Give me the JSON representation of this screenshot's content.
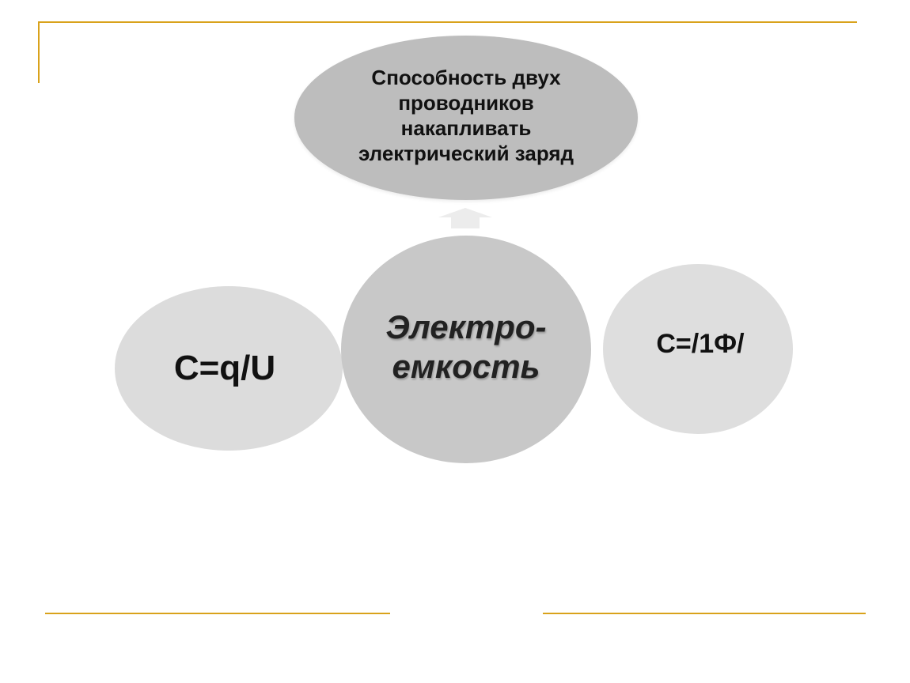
{
  "diagram": {
    "definition": "Способность двух проводников накапливать электрический заряд",
    "center": "Электро-емкость",
    "formula": "C=q/U",
    "unit": "C=/1Ф/"
  },
  "colors": {
    "accent_rule": "#d9a21b",
    "definition_fill": "#bdbdbd",
    "center_fill": "#c8c8c8",
    "side_fill": "#dcdcdc",
    "arrow_fill": "#ececec"
  },
  "icons": {
    "connector": "up-arrow-icon"
  }
}
